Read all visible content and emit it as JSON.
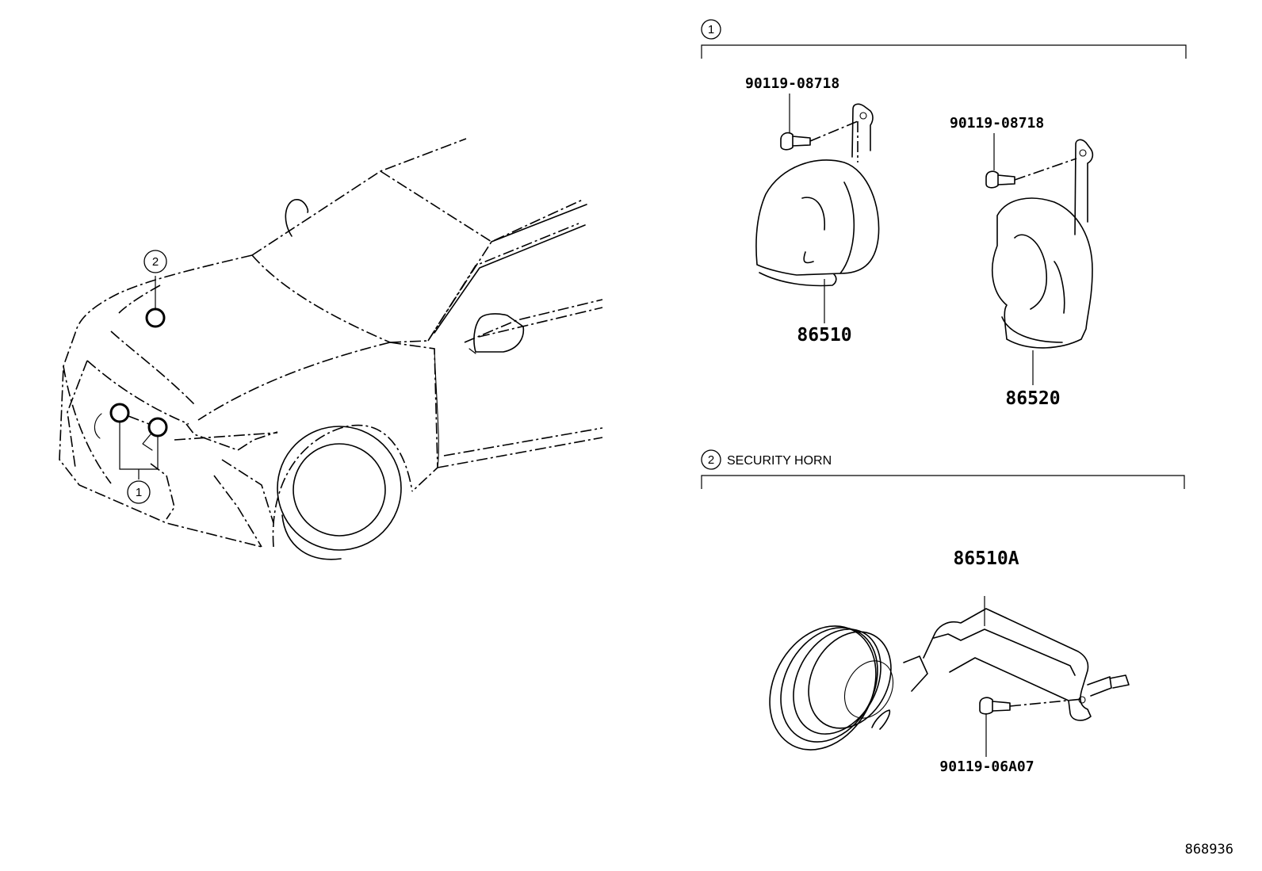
{
  "callouts": {
    "one": "1",
    "two": "2"
  },
  "sections": [
    {
      "number": "1",
      "title": ""
    },
    {
      "number": "2",
      "title": "SECURITY HORN"
    }
  ],
  "parts": {
    "bolt_left": "90119-08718",
    "bolt_right": "90119-08718",
    "horn_low": "86510",
    "horn_high": "86520",
    "security_horn": "86510A",
    "bolt_security": "90119-06A07"
  },
  "reference_number": "868936"
}
